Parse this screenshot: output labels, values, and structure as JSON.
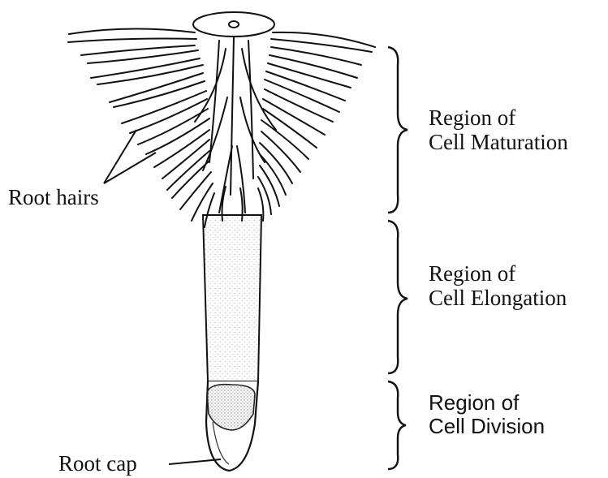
{
  "labels": {
    "root_hairs": "Root hairs",
    "root_cap": "Root cap"
  },
  "regions": [
    {
      "line1": "Region of",
      "line2": "Cell Maturation"
    },
    {
      "line1": "Region of",
      "line2": "Cell Elongation"
    },
    {
      "line1": "Region of",
      "line2": "Cell Division"
    }
  ],
  "colors": {
    "ink": "#111111",
    "stipple": "#9a9a9a",
    "cap_shade": "#bdbdbd",
    "background": "#ffffff"
  }
}
